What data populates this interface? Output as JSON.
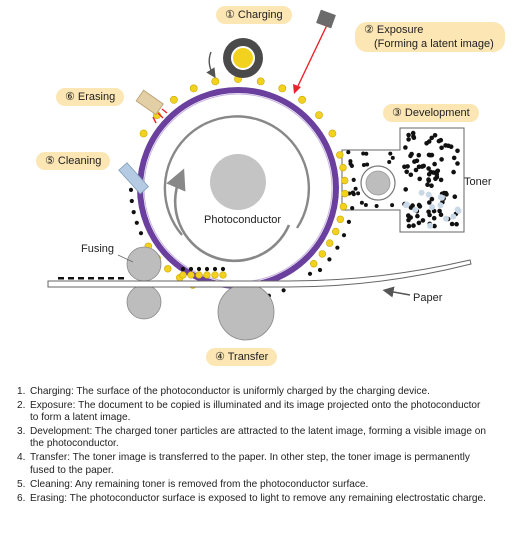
{
  "labels": {
    "charging": "① Charging",
    "exposure_line1": "② Exposure",
    "exposure_line2": "(Forming a latent image)",
    "development": "③ Development",
    "toner": "Toner",
    "erasing": "⑥ Erasing",
    "cleaning": "⑤ Cleaning",
    "photoconductor": "Photoconductor",
    "fusing": "Fusing",
    "paper": "Paper",
    "transfer": "④ Transfer"
  },
  "colors": {
    "drum_ring": "#6a3f9e",
    "toner_yellow": "#f2d21f",
    "exposure_beam": "#e8232a",
    "label_background": "#fbe6b4",
    "roller_gray": "#bdbdbd"
  },
  "steps": [
    {
      "number": "1.",
      "text": "Charging: The surface of the photoconductor is uniformly charged by the charging device."
    },
    {
      "number": "2.",
      "text": "Exposure: The document to be copied is illuminated and its image projected onto the photoconductor to form a latent image."
    },
    {
      "number": "3.",
      "text": "Development: The charged toner particles are attracted to the latent image, forming a visible image on the photoconductor."
    },
    {
      "number": "4.",
      "text": "Transfer: The toner image is transferred to the paper. In other step, the toner image is permanently fused to the paper."
    },
    {
      "number": "5.",
      "text": "Cleaning: Any remaining toner is removed from the photoconductor surface."
    },
    {
      "number": "6.",
      "text": "Erasing: The photoconductor surface is exposed to light to remove any remaining electrostatic charge."
    }
  ]
}
